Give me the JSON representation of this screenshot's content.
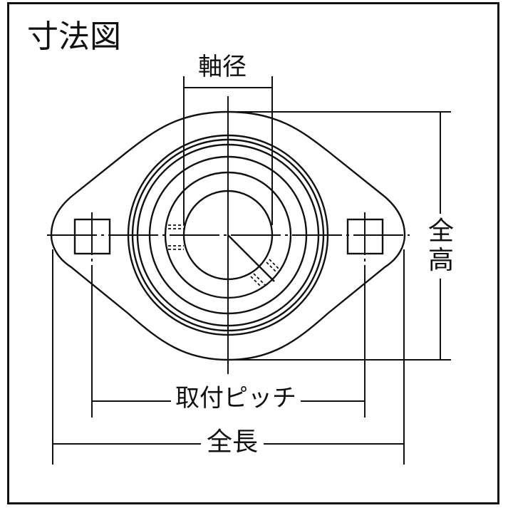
{
  "drawing": {
    "title": "寸法図",
    "subject": "2-bolt flange bearing unit (front view)",
    "line_color": "#111111",
    "background_color": "#ffffff",
    "dimensions": {
      "shaft_diameter": "軸径",
      "total_height": "全高",
      "total_height_chars": [
        "全",
        "高"
      ],
      "mounting_pitch": "取付ピッチ",
      "total_length": "全長"
    }
  }
}
